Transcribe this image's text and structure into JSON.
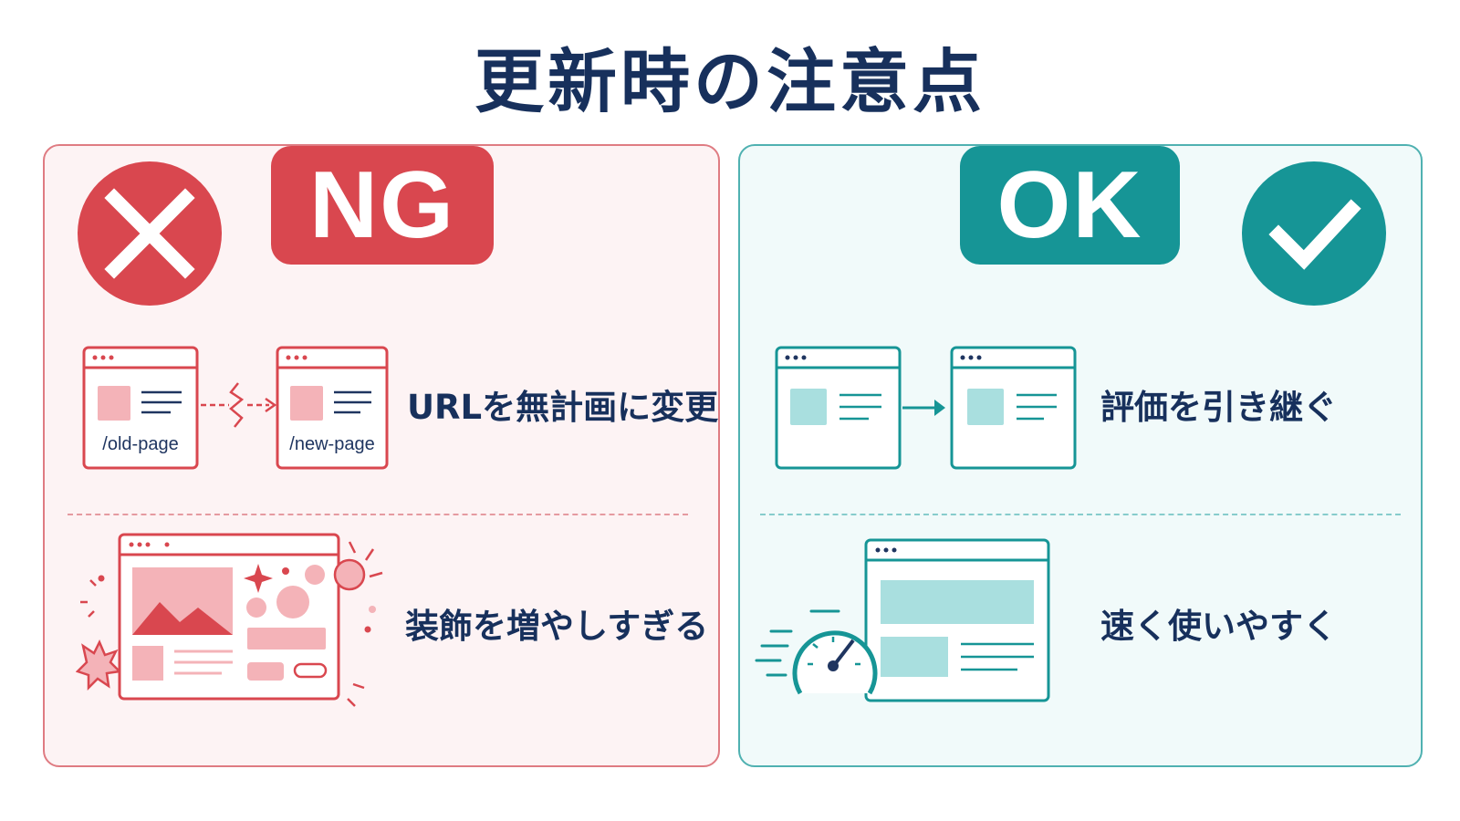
{
  "title": "更新時の注意点",
  "colors": {
    "title": "#17305c",
    "ng_accent": "#d9474f",
    "ng_light": "#f4b3b8",
    "ng_panel_bg": "#fdf3f4",
    "ok_accent": "#169596",
    "ok_light": "#a9dfdf",
    "ok_panel_bg": "#f1fafa"
  },
  "ng": {
    "badge": "NG",
    "icon": "x-mark-icon",
    "items": [
      {
        "label": "URLを無計画に変更",
        "old_url": "/old-page",
        "new_url": "/new-page",
        "illustration": "broken-redirect-illustration"
      },
      {
        "label": "装飾を増やしすぎる",
        "illustration": "over-decorated-page-illustration"
      }
    ]
  },
  "ok": {
    "badge": "OK",
    "icon": "checkmark-icon",
    "items": [
      {
        "label": "評価を引き継ぐ",
        "illustration": "redirect-illustration"
      },
      {
        "label": "速く使いやすく",
        "illustration": "speedometer-page-illustration"
      }
    ]
  }
}
